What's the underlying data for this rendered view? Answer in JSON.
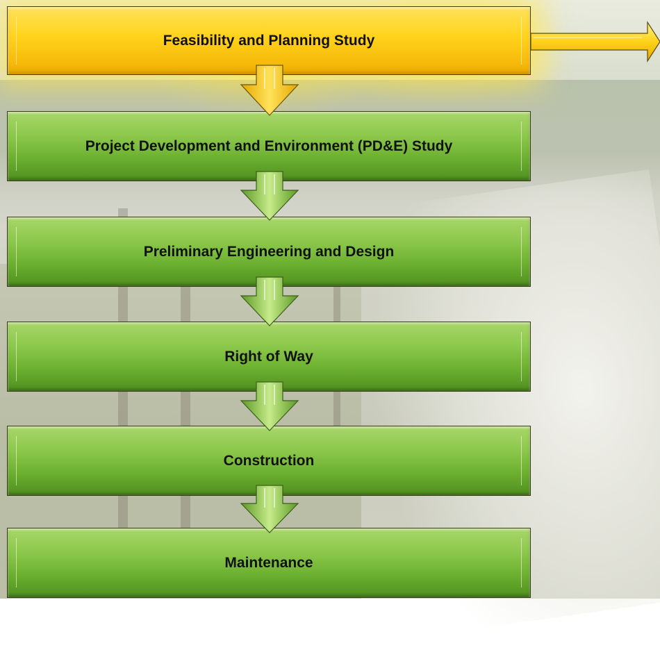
{
  "steps": [
    {
      "label": "Feasibility and Planning Study",
      "color": "yellow"
    },
    {
      "label": "Project Development and Environment (PD&E) Study",
      "color": "green"
    },
    {
      "label": "Preliminary Engineering and Design",
      "color": "green"
    },
    {
      "label": "Right of Way",
      "color": "green"
    },
    {
      "label": "Construction",
      "color": "green"
    },
    {
      "label": "Maintenance",
      "color": "green"
    }
  ],
  "colors": {
    "highlight": "#ffd21a",
    "step": "#7ab83a",
    "arrow_yellow": "#ffd21a",
    "arrow_green": "#8cc84b"
  }
}
